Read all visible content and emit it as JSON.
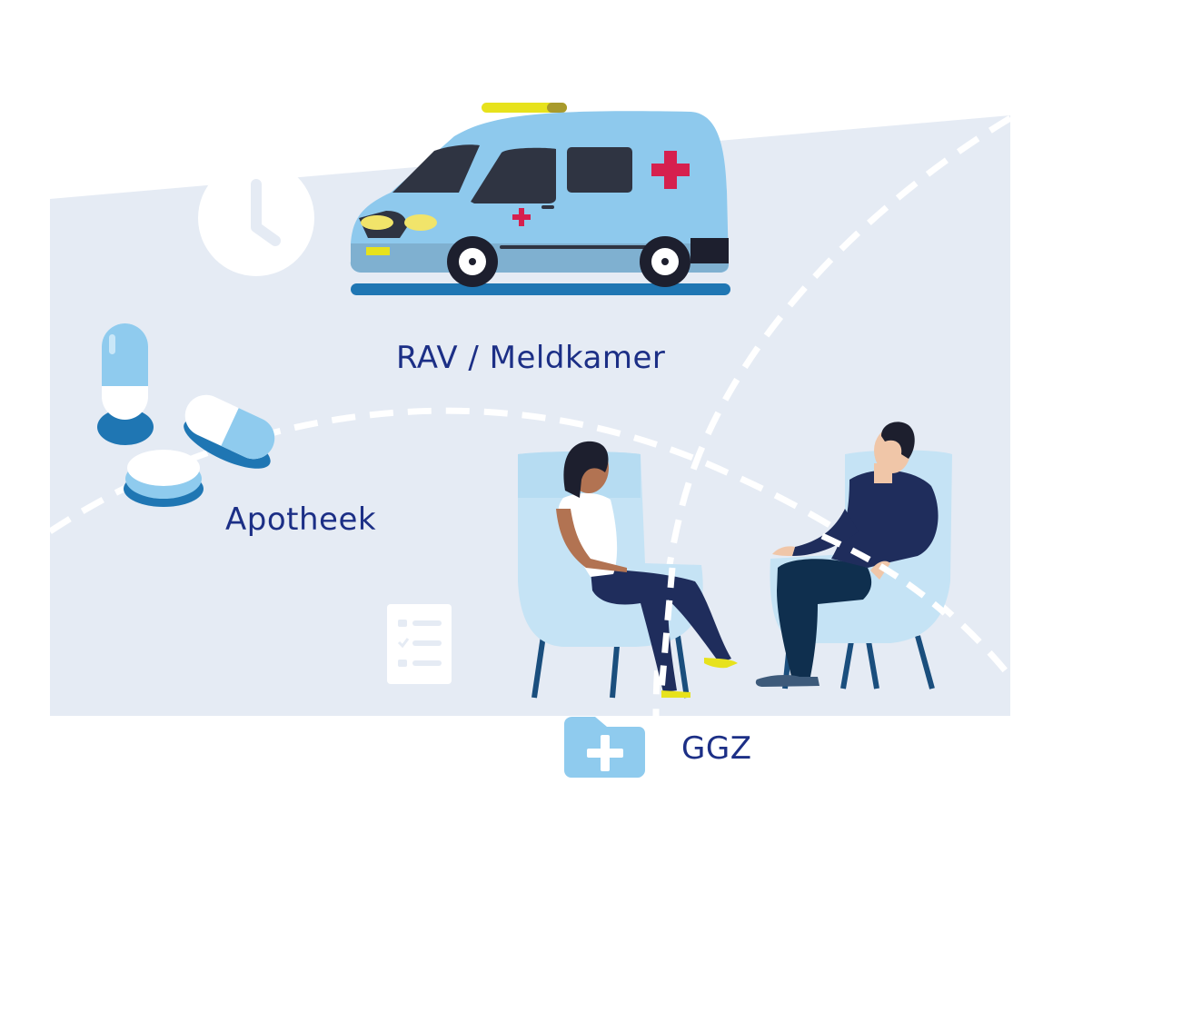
{
  "labels": {
    "rav": "RAV / Meldkamer",
    "apotheek": "Apotheek",
    "ggz": "GGZ"
  },
  "icons": {
    "clock": "clock-icon",
    "checklist": "checklist-icon",
    "folder_plus": "folder-plus-icon",
    "ambulance": "ambulance-illustration",
    "pills": "pills-illustration",
    "therapy": "therapy-session-illustration"
  },
  "colors": {
    "background_panel": "#e5ebf4",
    "label_text": "#1c2f86",
    "light_blue": "#8fcbee",
    "ambulance_body": "#8ec9ed",
    "ambulance_cross": "#d6204e",
    "dark_blue": "#1f76b3",
    "navy": "#1f2d5c",
    "yellow": "#e7e21c",
    "dash_line": "#ffffff"
  }
}
